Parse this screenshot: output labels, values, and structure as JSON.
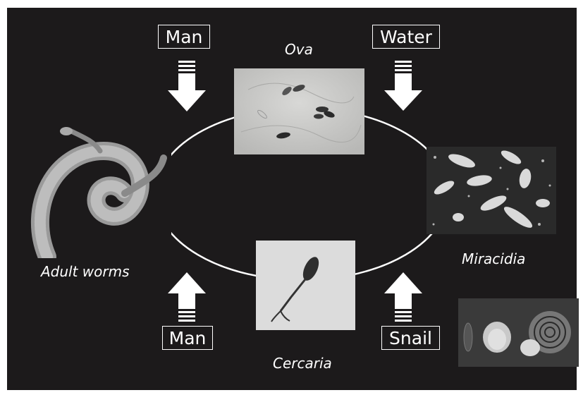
{
  "diagram": {
    "host_labels": {
      "man_top": "Man",
      "water": "Water",
      "man_bottom": "Man",
      "snail": "Snail"
    },
    "stages": {
      "ova": "Ova",
      "miracidia": "Miracidia",
      "cercaria": "Cercaria",
      "adult_worms": "Adult worms"
    },
    "colors": {
      "background": "#1c1a1b",
      "foreground": "#ffffff"
    }
  }
}
